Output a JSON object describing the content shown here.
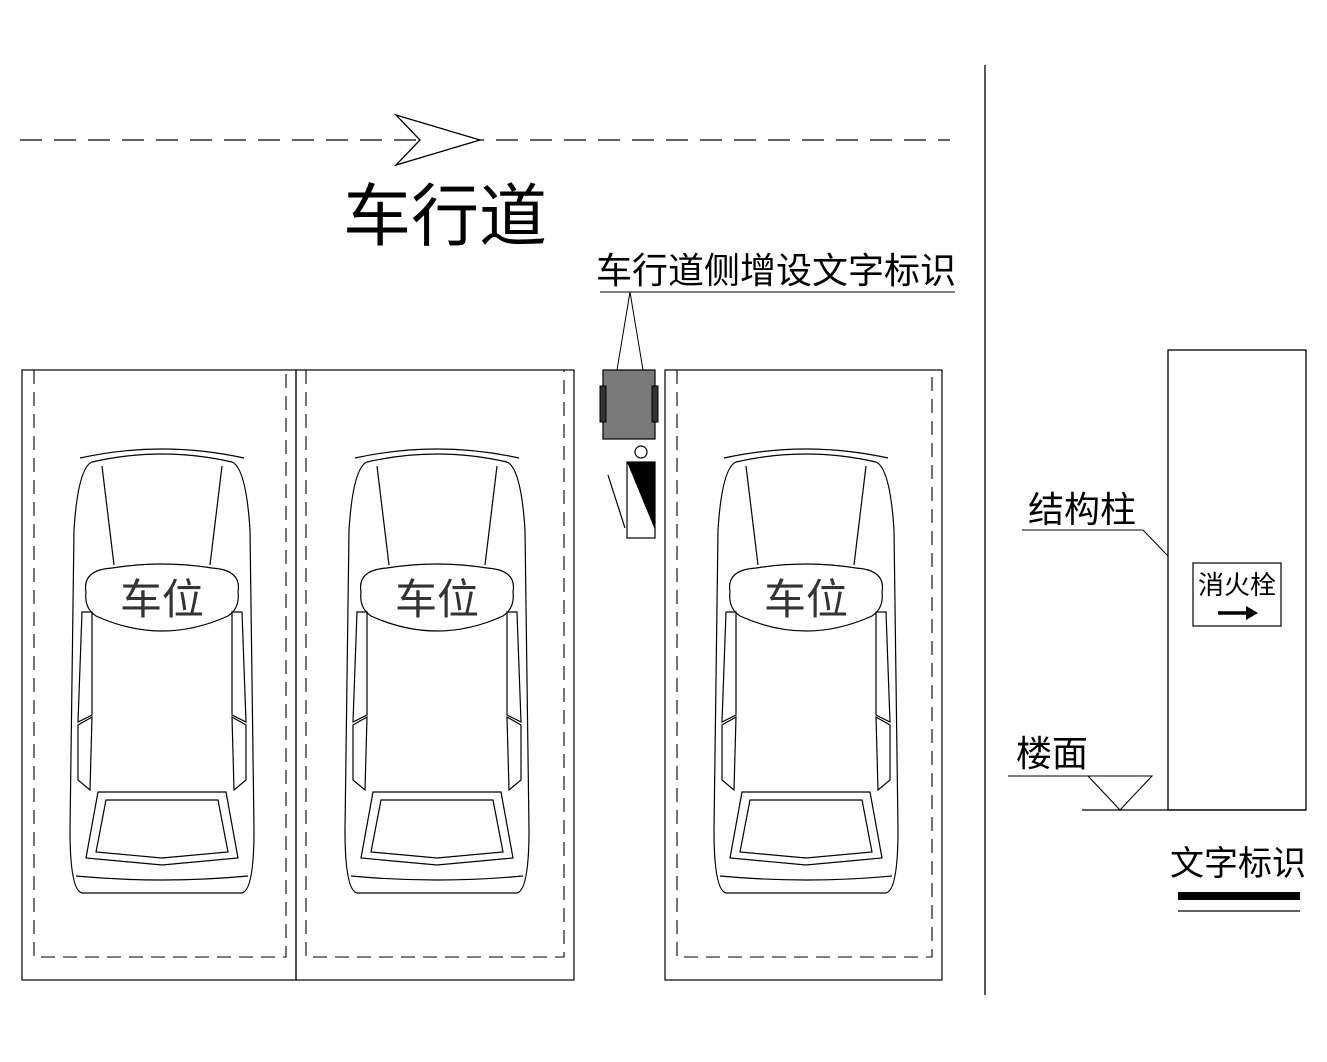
{
  "labels": {
    "driveway": "车行道",
    "callout": "车行道侧增设文字标识",
    "column": "结构柱",
    "hydrant": "消火栓",
    "floor": "楼面",
    "legend": "文字标识"
  },
  "car_label": "车位",
  "parking_spaces": [
    {
      "id": "space-1",
      "car_label": "车位"
    },
    {
      "id": "space-2",
      "car_label": "车位"
    },
    {
      "id": "space-3",
      "car_label": "车位"
    }
  ],
  "colors": {
    "line": "#000000",
    "sign_fill": "#7a7a7a",
    "background": "#ffffff"
  },
  "icons": {
    "direction": "arrow-right-icon",
    "hydrant_direction": "arrow-right-icon"
  }
}
